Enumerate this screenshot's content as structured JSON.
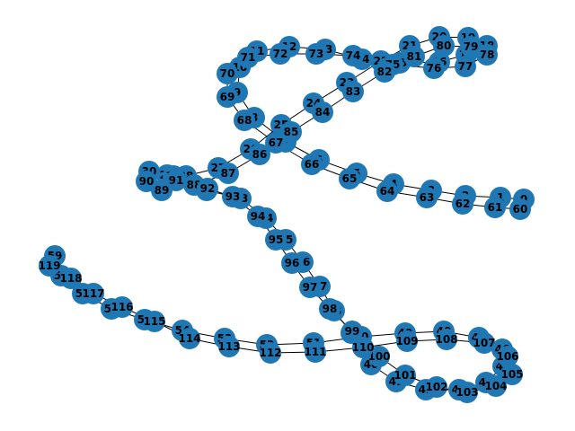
{
  "graph": {
    "node_color": "#1f77b4",
    "edge_color": "#000000",
    "label_color": "#000000",
    "nodes": [
      "0",
      "1",
      "2",
      "3",
      "4",
      "5",
      "6",
      "7",
      "8",
      "9",
      "10",
      "11",
      "12",
      "13",
      "14",
      "15",
      "16",
      "17",
      "18",
      "19",
      "20",
      "21",
      "22",
      "23",
      "24",
      "25",
      "26",
      "27",
      "28",
      "29",
      "30",
      "31",
      "32",
      "33",
      "34",
      "35",
      "36",
      "37",
      "38",
      "39",
      "40",
      "41",
      "42",
      "43",
      "44",
      "45",
      "46",
      "47",
      "48",
      "49",
      "50",
      "51",
      "52",
      "53",
      "54",
      "55",
      "56",
      "57",
      "58",
      "59",
      "60",
      "61",
      "62",
      "63",
      "64",
      "65",
      "66",
      "67",
      "68",
      "69",
      "70",
      "71",
      "72",
      "73",
      "74",
      "75",
      "76",
      "77",
      "78",
      "79",
      "80",
      "81",
      "82",
      "83",
      "84",
      "85",
      "86",
      "87",
      "88",
      "89",
      "90",
      "91",
      "92",
      "93",
      "94",
      "95",
      "96",
      "97",
      "98",
      "99",
      "100",
      "101",
      "102",
      "103",
      "104",
      "105",
      "106",
      "107",
      "108",
      "109",
      "110",
      "111",
      "112",
      "113",
      "114",
      "115",
      "116",
      "117",
      "118",
      "119"
    ],
    "edges": [
      [
        "0",
        "1"
      ],
      [
        "1",
        "2"
      ],
      [
        "2",
        "3"
      ],
      [
        "3",
        "4"
      ],
      [
        "4",
        "5"
      ],
      [
        "5",
        "6"
      ],
      [
        "6",
        "7"
      ],
      [
        "7",
        "8"
      ],
      [
        "8",
        "9"
      ],
      [
        "9",
        "10"
      ],
      [
        "10",
        "11"
      ],
      [
        "11",
        "12"
      ],
      [
        "12",
        "13"
      ],
      [
        "13",
        "14"
      ],
      [
        "14",
        "15"
      ],
      [
        "15",
        "16"
      ],
      [
        "16",
        "17"
      ],
      [
        "17",
        "18"
      ],
      [
        "18",
        "19"
      ],
      [
        "19",
        "20"
      ],
      [
        "20",
        "21"
      ],
      [
        "21",
        "22"
      ],
      [
        "22",
        "23"
      ],
      [
        "23",
        "24"
      ],
      [
        "24",
        "25"
      ],
      [
        "25",
        "26"
      ],
      [
        "26",
        "27"
      ],
      [
        "27",
        "28"
      ],
      [
        "28",
        "29"
      ],
      [
        "29",
        "30"
      ],
      [
        "30",
        "31"
      ],
      [
        "31",
        "32"
      ],
      [
        "32",
        "33"
      ],
      [
        "33",
        "34"
      ],
      [
        "34",
        "35"
      ],
      [
        "35",
        "36"
      ],
      [
        "36",
        "37"
      ],
      [
        "37",
        "38"
      ],
      [
        "38",
        "39"
      ],
      [
        "39",
        "40"
      ],
      [
        "40",
        "41"
      ],
      [
        "41",
        "42"
      ],
      [
        "42",
        "43"
      ],
      [
        "43",
        "44"
      ],
      [
        "44",
        "45"
      ],
      [
        "45",
        "46"
      ],
      [
        "46",
        "47"
      ],
      [
        "47",
        "48"
      ],
      [
        "48",
        "49"
      ],
      [
        "49",
        "50"
      ],
      [
        "50",
        "51"
      ],
      [
        "51",
        "52"
      ],
      [
        "52",
        "53"
      ],
      [
        "53",
        "54"
      ],
      [
        "54",
        "55"
      ],
      [
        "55",
        "56"
      ],
      [
        "56",
        "57"
      ],
      [
        "57",
        "58"
      ],
      [
        "58",
        "59"
      ],
      [
        "60",
        "61"
      ],
      [
        "61",
        "62"
      ],
      [
        "62",
        "63"
      ],
      [
        "63",
        "64"
      ],
      [
        "64",
        "65"
      ],
      [
        "65",
        "66"
      ],
      [
        "66",
        "67"
      ],
      [
        "67",
        "68"
      ],
      [
        "68",
        "69"
      ],
      [
        "69",
        "70"
      ],
      [
        "70",
        "71"
      ],
      [
        "71",
        "72"
      ],
      [
        "72",
        "73"
      ],
      [
        "73",
        "74"
      ],
      [
        "74",
        "75"
      ],
      [
        "75",
        "76"
      ],
      [
        "76",
        "77"
      ],
      [
        "77",
        "78"
      ],
      [
        "78",
        "79"
      ],
      [
        "79",
        "80"
      ],
      [
        "80",
        "81"
      ],
      [
        "81",
        "82"
      ],
      [
        "82",
        "83"
      ],
      [
        "83",
        "84"
      ],
      [
        "84",
        "85"
      ],
      [
        "85",
        "86"
      ],
      [
        "86",
        "87"
      ],
      [
        "87",
        "88"
      ],
      [
        "88",
        "89"
      ],
      [
        "89",
        "90"
      ],
      [
        "90",
        "91"
      ],
      [
        "91",
        "92"
      ],
      [
        "92",
        "93"
      ],
      [
        "93",
        "94"
      ],
      [
        "94",
        "95"
      ],
      [
        "95",
        "96"
      ],
      [
        "96",
        "97"
      ],
      [
        "97",
        "98"
      ],
      [
        "98",
        "99"
      ],
      [
        "99",
        "100"
      ],
      [
        "100",
        "101"
      ],
      [
        "101",
        "102"
      ],
      [
        "102",
        "103"
      ],
      [
        "103",
        "104"
      ],
      [
        "104",
        "105"
      ],
      [
        "105",
        "106"
      ],
      [
        "106",
        "107"
      ],
      [
        "107",
        "108"
      ],
      [
        "108",
        "109"
      ],
      [
        "109",
        "110"
      ],
      [
        "110",
        "111"
      ],
      [
        "111",
        "112"
      ],
      [
        "112",
        "113"
      ],
      [
        "113",
        "114"
      ],
      [
        "114",
        "115"
      ],
      [
        "115",
        "116"
      ],
      [
        "116",
        "117"
      ],
      [
        "117",
        "118"
      ],
      [
        "118",
        "119"
      ]
    ]
  }
}
